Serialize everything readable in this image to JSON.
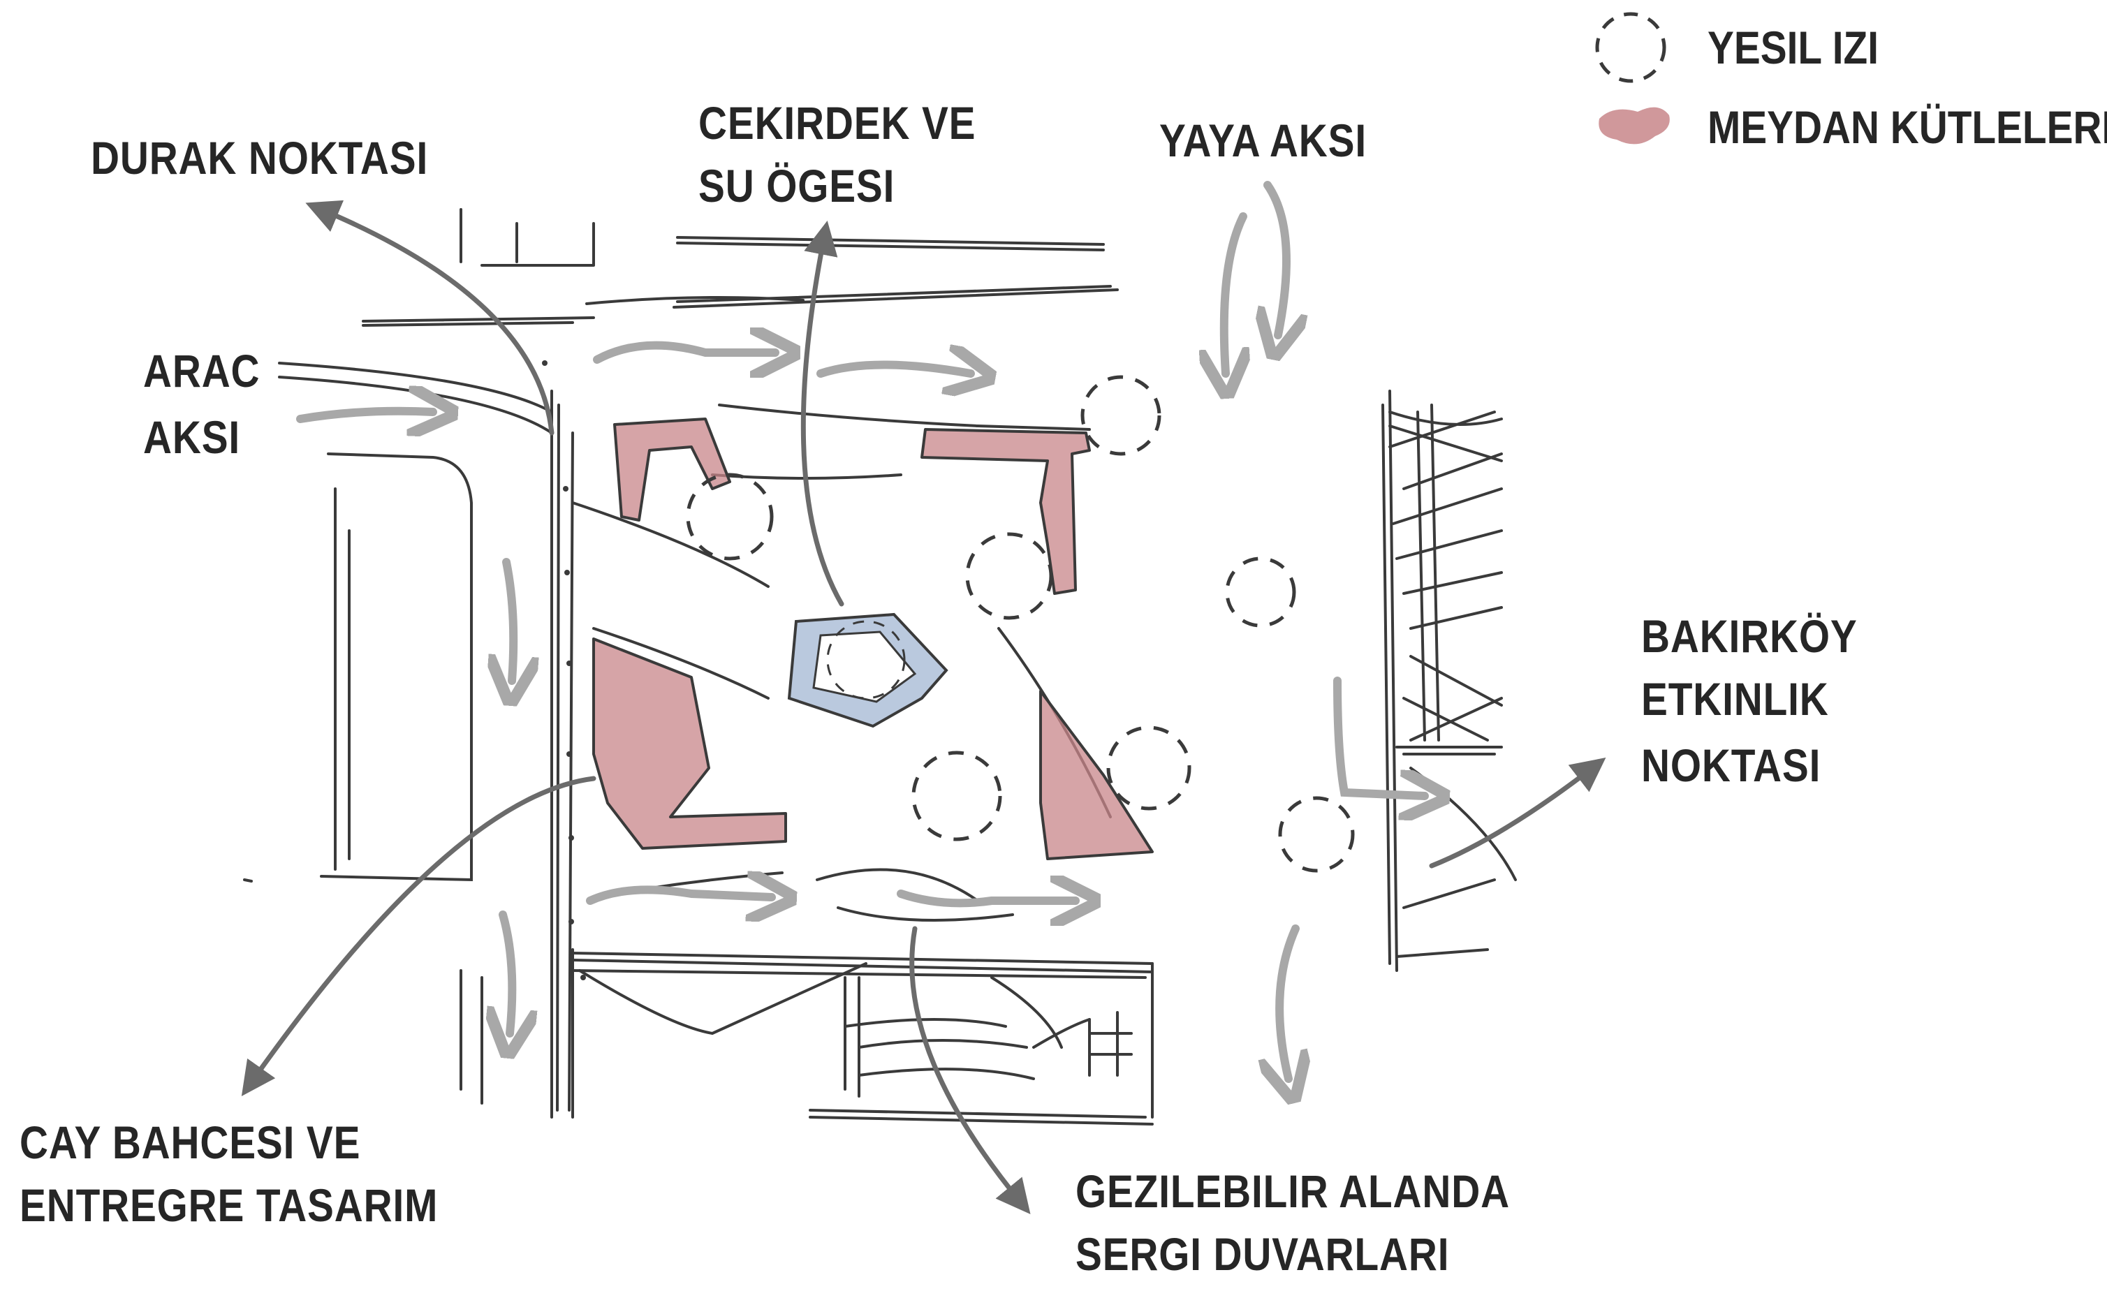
{
  "labels": {
    "durak_noktasi": "DURAK NOKTASI",
    "cekirdek_line1": "CEKIRDEK VE",
    "cekirdek_line2": "SU ÖGESI",
    "yaya_aksi": "YAYA AKSI",
    "arac_line1": "ARAC",
    "arac_line2": "AKSI",
    "bakirkoy_line1": "BAKIRKÖY",
    "bakirkoy_line2": "ETKINLIK",
    "bakirkoy_line3": "NOKTASI",
    "cay_line1": "CAY BAHCESI VE",
    "cay_line2": "ENTREGRE TASARIM",
    "gezilebilir_line1": "GEZILEBILIR ALANDA",
    "gezilebilir_line2": "SERGI DUVARLARI"
  },
  "legend": {
    "items": [
      {
        "label": "YESIL IZI",
        "symbol": "dashed-circle-icon"
      },
      {
        "label": "MEYDAN KÜTLELERI",
        "symbol": "pink-blob-icon"
      }
    ]
  },
  "colors": {
    "ink": "#3a3a3a",
    "arrow_dark": "#6b6b6b",
    "arrow_light": "#a8a8a8",
    "mass_fill": "#c8868a",
    "core_fill": "#a9bcd6",
    "text": "#262626"
  }
}
